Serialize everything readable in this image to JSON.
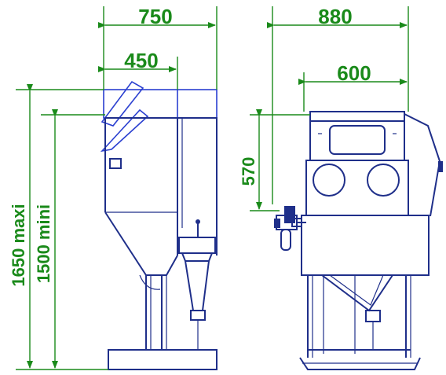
{
  "dimensions": {
    "side_overall_depth": "750",
    "side_cabinet_depth": "450",
    "height_max": "1650 maxi",
    "height_min": "1500 mini",
    "front_overall_width": "880",
    "front_cabinet_width": "600",
    "window_height": "570"
  },
  "colors": {
    "dimension": "#1a8a1a",
    "drawing": "#1f2f8a",
    "lid_open": "#2a3fd0"
  }
}
